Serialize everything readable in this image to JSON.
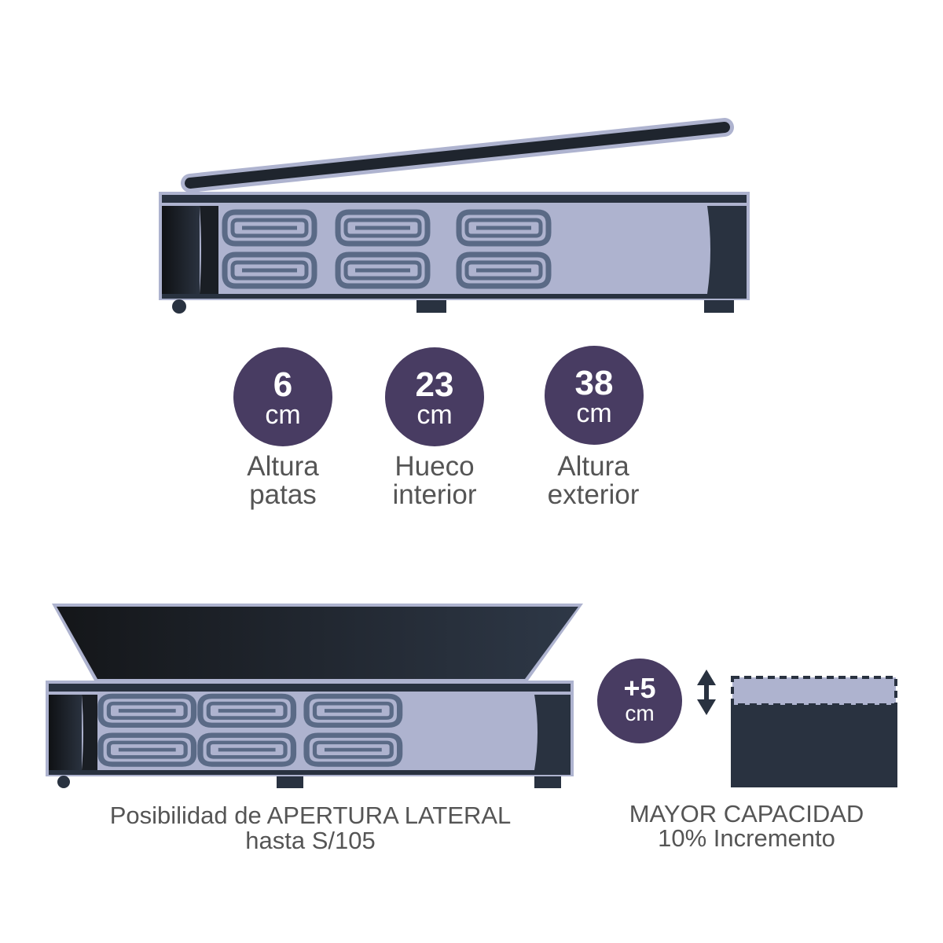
{
  "colors": {
    "dark": "#293240",
    "frame": "#aeb3cf",
    "spring": "#5a6a86",
    "badge": "#483c62",
    "text": "#555555"
  },
  "measures": [
    {
      "value": "6",
      "unit": "cm",
      "label_line1": "Altura",
      "label_line2": "patas"
    },
    {
      "value": "23",
      "unit": "cm",
      "label_line1": "Hueco",
      "label_line2": "interior"
    },
    {
      "value": "38",
      "unit": "cm",
      "label_line1": "Altura",
      "label_line2": "exterior"
    }
  ],
  "lateral": {
    "caption_line1": "Posibilidad de APERTURA LATERAL",
    "caption_line2": "hasta S/105"
  },
  "capacity": {
    "value": "+5",
    "unit": "cm",
    "caption_line1": "MAYOR CAPACIDAD",
    "caption_line2": "10% Incremento",
    "icon": "up-down-arrow-icon"
  }
}
